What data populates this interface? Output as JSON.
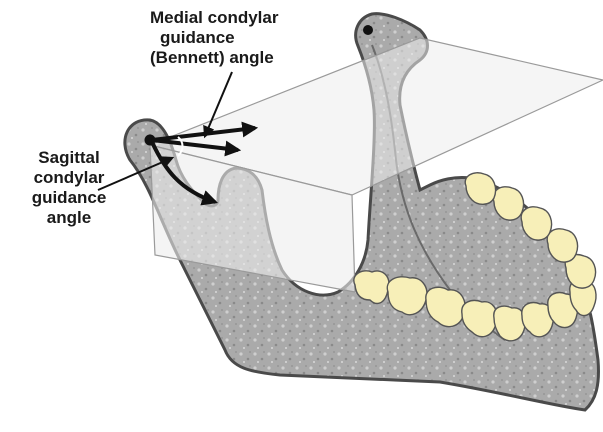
{
  "labels": {
    "medial": [
      "Medial condylar",
      "guidance",
      "(Bennett) angle"
    ],
    "sagittal": [
      "Sagittal",
      "condylar",
      "guidance",
      "angle"
    ]
  },
  "colors": {
    "bone_fill": "#a9a9a9",
    "bone_outline": "#4a4a4a",
    "teeth_fill": "#f7efb8",
    "teeth_outline": "#555555",
    "plane_fill": "#e9e9e9",
    "plane_edge": "#9a9a9a",
    "arrow": "#111111"
  }
}
